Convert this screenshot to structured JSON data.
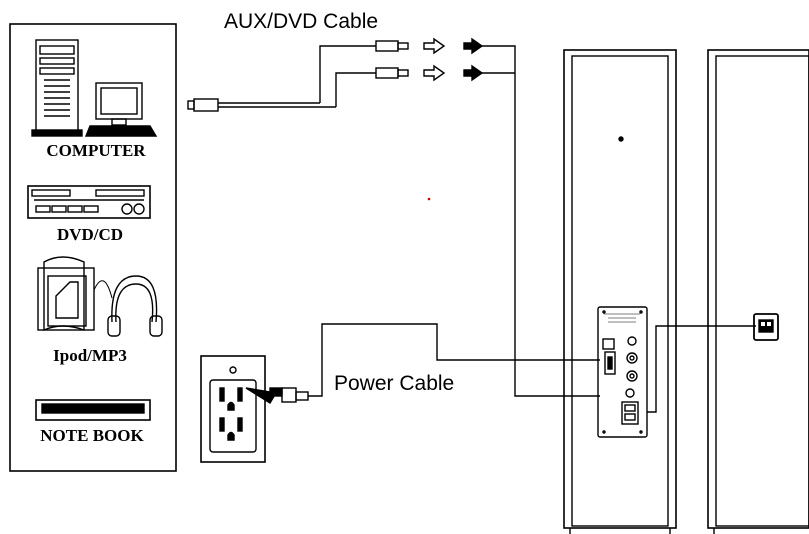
{
  "devices": {
    "computer": "COMPUTER",
    "dvd_cd": "DVD/CD",
    "ipod_mp3": "Ipod/MP3",
    "notebook": "NOTE BOOK"
  },
  "cables": {
    "aux_dvd": "AUX/DVD Cable",
    "power": "Power Cable"
  },
  "colors": {
    "line": "#000000",
    "background": "#ffffff",
    "accent_dot": "#cc0000"
  }
}
